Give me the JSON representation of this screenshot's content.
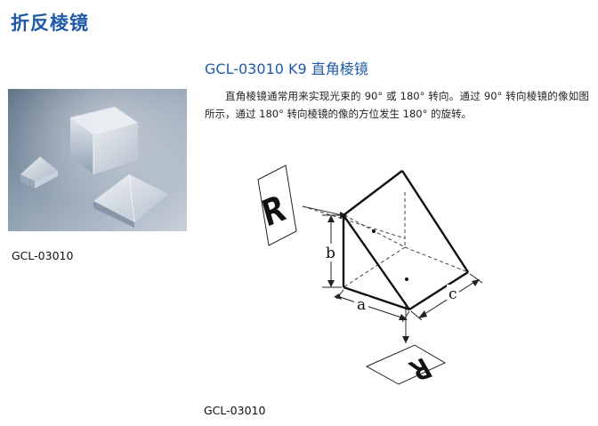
{
  "page": {
    "title": "折反棱镜"
  },
  "product": {
    "heading": "GCL-03010 K9 直角棱镜",
    "description": "直角棱镜通常用来实现光束的 90° 或 180° 转向。通过 90° 转向棱镜的像如图所示，通过 180° 转向棱镜的像的方位发生 180° 的旋转。",
    "photo_caption": "GCL-03010",
    "diagram_caption": "GCL-03010"
  },
  "diagram": {
    "labels": {
      "a": "a",
      "b": "b",
      "c": "c",
      "input_letter": "R",
      "output_letter": "R"
    }
  }
}
